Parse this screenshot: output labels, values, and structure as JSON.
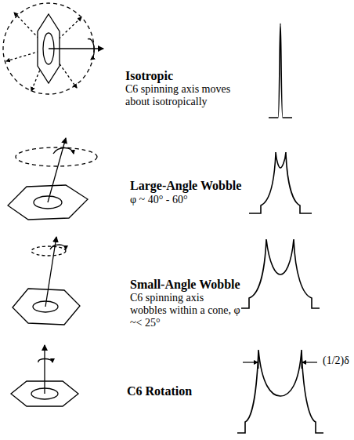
{
  "diagram": {
    "labels": [
      "Isotropic",
      "C6 spinning axis moves about isotropically",
      "Large-Angle Wobble",
      "φ ~ 40° - 60°",
      "Small-Angle Wobble",
      "C6 spinning axis wobbles within a cone, φ ~< 25°",
      "C6 Rotation",
      "(1/2)δ"
    ]
  }
}
